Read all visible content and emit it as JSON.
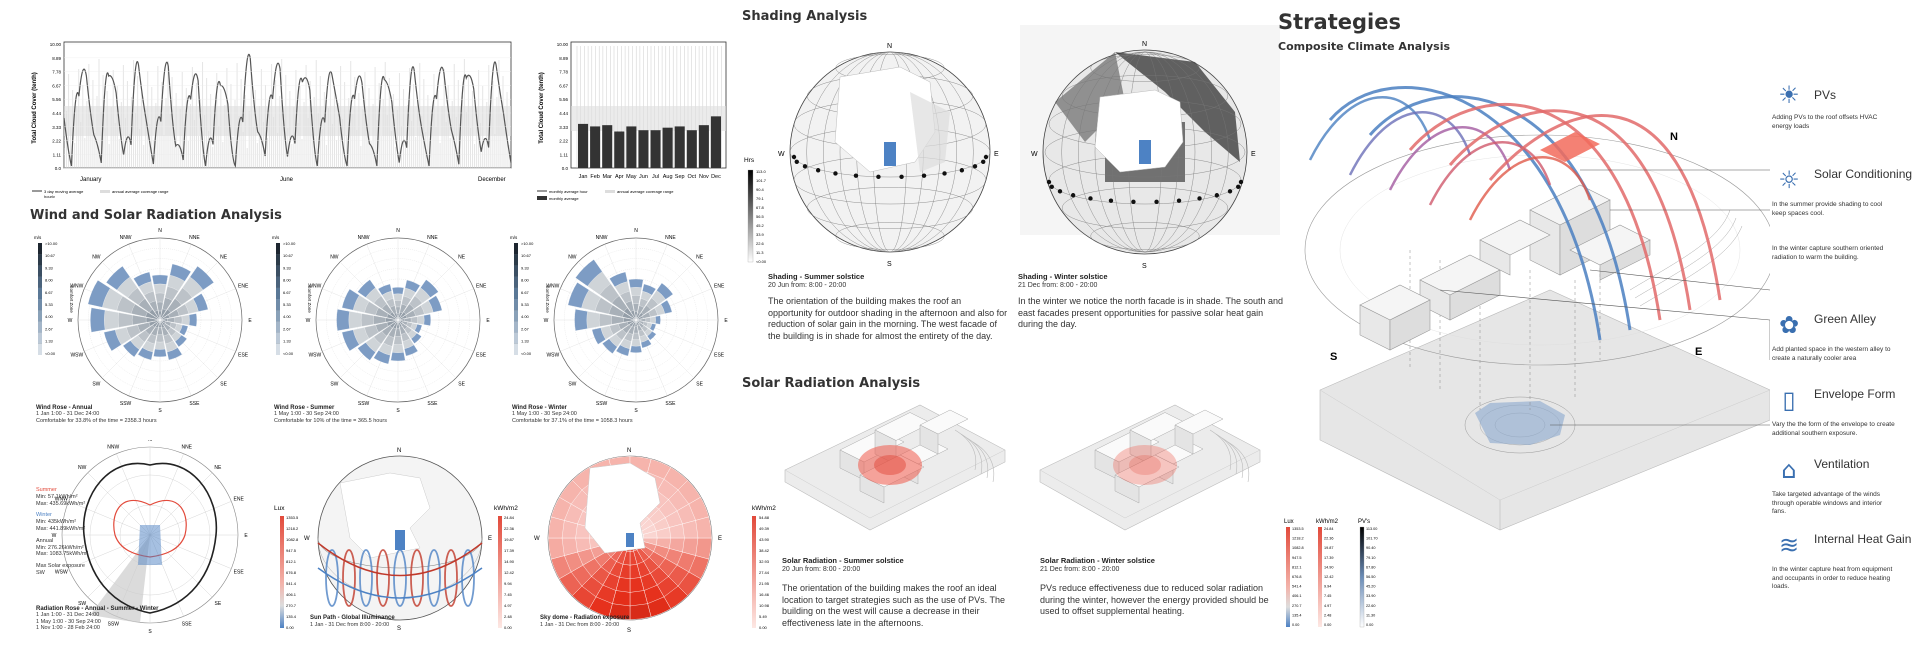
{
  "cloud": {
    "ylabel": "Total Cloud Cover (tenth)",
    "yticks": [
      "10.00",
      "8.89",
      "7.78",
      "6.67",
      "5.56",
      "4.44",
      "3.33",
      "2.22",
      "1.11",
      "0.0"
    ],
    "months_left": [
      "January",
      "June",
      "December"
    ],
    "legend_left": [
      "3 day moving average",
      "annual average coverage range",
      "hourly"
    ],
    "months_right": [
      "Jan",
      "Feb",
      "Mar",
      "Apr",
      "May",
      "Jun",
      "Jul",
      "Aug",
      "Sep",
      "Oct",
      "Nov",
      "Dec"
    ],
    "legend_right": [
      "monthly average hour",
      "monthly average",
      "annual average coverage range"
    ]
  },
  "chart_data": [
    {
      "type": "bar",
      "categories": [
        "Jan",
        "Feb",
        "Mar",
        "Apr",
        "May",
        "Jun",
        "Jul",
        "Aug",
        "Sep",
        "Oct",
        "Nov",
        "Dec"
      ],
      "values": [
        3.5,
        3.3,
        3.4,
        2.9,
        3.3,
        3.0,
        3.0,
        3.2,
        3.3,
        3.0,
        3.4,
        4.1
      ],
      "ylabel": "Total Cloud Cover (tenth)",
      "ylim": [
        0,
        10
      ]
    }
  ],
  "wind": {
    "title": "Wind and Solar Radiation Analysis",
    "directions": [
      "N",
      "NNE",
      "NE",
      "ENE",
      "E",
      "ESE",
      "SE",
      "SSE",
      "S",
      "SSW",
      "SW",
      "WSW",
      "W",
      "WNW",
      "NW",
      "NNW"
    ],
    "legend_ticks": [
      ">10.00",
      "10.67",
      "9.33",
      "8.00",
      "6.67",
      "5.33",
      "4.00",
      "2.67",
      "1.33",
      "<0.00"
    ],
    "roses": [
      {
        "title": "Wind Rose - Annual",
        "line1": "1 Jan 1:00 - 31 Dec 24:00",
        "line2": "Comfortable for 33.8% of the time = 2358.3 hours",
        "axis": "Comfort Zone",
        "unit": "m/s"
      },
      {
        "title": "Wind Rose - Summer",
        "line1": "1 May 1:00 - 30 Sep 24:00",
        "line2": "Comfortable for 10% of the time = 365.5 hours",
        "axis": "Comfort Zone",
        "unit": "m/s"
      },
      {
        "title": "Wind Rose - Winter",
        "line1": "1 May 1:00 - 30 Sep 24:00",
        "line2": "Comfortable for 37.1% of the time = 1058.3 hours",
        "axis": "Comfort Zone",
        "unit": "m/s"
      }
    ]
  },
  "radrose": {
    "summer": "Summer",
    "summer_min": "Min: 57.1kWh/m²",
    "summer_max": "Max: 435.69kWh/m²",
    "winter": "Winter",
    "winter_min": "Min: 435kWh/m²",
    "winter_max": "Max: 441.89kWh/m²",
    "annual": "Annual",
    "annual_min": "Min: 276.26kWh/m²",
    "annual_max": "Max: 1083.75kWh/m²",
    "max_label": "Max Solar exposure",
    "max_val": "SW",
    "title": "Radiation Rose - Annual - Summer - Winter",
    "l1": "1 Jan 1:00 - 31 Dec 24:00",
    "l2": "1 May 1:00 - 30 Sep 24:00",
    "l3": "1 Nov 1:00 - 28 Feb 24:00"
  },
  "sunpath": {
    "unit": "Lux",
    "title": "Sun Path - Global Illuminance",
    "dates": "1 Jan - 31 Dec from 8:00 - 20:00",
    "ticks": [
      "1353.5",
      "1218.2",
      "1082.8",
      "947.5",
      "812.1",
      "676.8",
      "541.4",
      "406.1",
      "270.7",
      "135.4",
      "0.00"
    ]
  },
  "skydome": {
    "unit": "kWh/m2",
    "title": "Sky dome - Radiation exposure",
    "dates": "1 Jan - 31 Dec from 8:00 - 20:00",
    "ticks": [
      "54.88",
      "49.39",
      "43.90",
      "38.42",
      "32.93",
      "27.44",
      "21.95",
      "16.46",
      "10.98",
      "5.49",
      "0.00"
    ],
    "mid_unit": "kWh/m2",
    "mid_ticks": [
      "24.84",
      "22.36",
      "19.87",
      "17.39",
      "14.90",
      "12.42",
      "9.94",
      "7.45",
      "4.97",
      "2.48",
      "0.00"
    ]
  },
  "shading": {
    "title": "Shading Analysis",
    "unit": "Hrs",
    "ticks": [
      "113.0",
      "101.7",
      "90.4",
      "79.1",
      "67.8",
      "56.5",
      "45.2",
      "33.9",
      "22.6",
      "11.3",
      "<0.00"
    ],
    "summer_title": "Shading - Summer solstice",
    "summer_date": "20 Jun from: 8:00 - 20:00",
    "summer_text": "The orientation of the building makes the roof an opportunity for outdoor shading in the afternoon and also for reduction of solar gain in the morning. The west facade of the building is in shade for almost the entirety of the day.",
    "winter_title": "Shading - Winter solstice",
    "winter_date": "21 Dec from: 8:00 - 20:00",
    "winter_text": "In the winter we notice the north facade is in shade. The south and east facades present opportunities for passive solar heat gain during the day.",
    "compass": [
      "N",
      "E",
      "S",
      "W"
    ]
  },
  "solar": {
    "title": "Solar Radiation Analysis",
    "summer_title": "Solar Radiation - Summer solstice",
    "summer_date": "20 Jun from: 8:00 - 20:00",
    "summer_text": "The orientation of the building makes the roof an ideal location to target strategies such as the use of PVs. The building on the west will cause a decrease in their effectiveness late in the afternoons.",
    "winter_title": "Solar Radiation - Winter solstice",
    "winter_date": "21 Dec from: 8:00 - 20:00",
    "winter_text": "PVs reduce effectiveness due to reduced solar radiation during the winter, however the energy provided should be used to offset supplemental heating."
  },
  "strategies": {
    "title": "Strategies",
    "subtitle": "Composite Climate Analysis",
    "legend_units": [
      "Lux",
      "kWh/m2",
      "PV's"
    ],
    "legend1": [
      "1353.5",
      "1218.2",
      "1082.8",
      "947.5",
      "812.1",
      "676.8",
      "541.4",
      "406.1",
      "270.7",
      "135.4",
      "0.00"
    ],
    "legend2": [
      "24.84",
      "22.36",
      "19.87",
      "17.39",
      "14.90",
      "12.42",
      "9.94",
      "7.45",
      "4.97",
      "2.48",
      "0.00"
    ],
    "legend3": [
      "113.00",
      "101.70",
      "90.40",
      "79.10",
      "67.80",
      "56.50",
      "45.20",
      "33.90",
      "22.60",
      "11.30",
      "0.00"
    ],
    "compass": [
      "N",
      "S",
      "E"
    ],
    "items": [
      {
        "title": "PVs",
        "desc": "Adding PVs to the roof offsets HVAC energy loads"
      },
      {
        "title": "Solar Conditioning",
        "desc": "In the summer provide shading to cool keep spaces cool."
      },
      {
        "title": "",
        "desc": "In the winter capture southern oriented radiation to warm the building."
      },
      {
        "title": "Green Alley",
        "desc": "Add planted space in the western alley to create a naturally cooler area"
      },
      {
        "title": "Envelope Form",
        "desc": "Vary the the form of the envelope to create additional southern exposure."
      },
      {
        "title": "Ventilation",
        "desc": "Take targeted advantage of the winds through operable windows and interior fans."
      },
      {
        "title": "Internal Heat Gain",
        "desc": "In the winter capture heat from equipment and occupants in order to reduce heating loads."
      }
    ]
  }
}
